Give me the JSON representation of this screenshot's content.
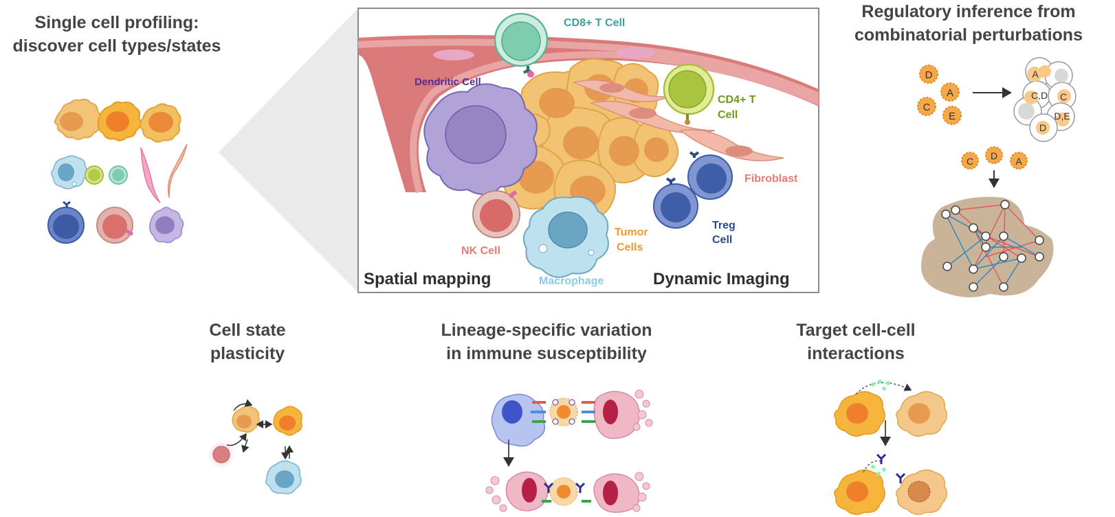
{
  "headings": {
    "single_cell_l1": "Single cell profiling:",
    "single_cell_l2": "discover cell types/states",
    "regulatory_l1": "Regulatory inference from",
    "regulatory_l2": "combinatorial perturbations",
    "plasticity_l1": "Cell state",
    "plasticity_l2": "plasticity",
    "lineage_l1": "Lineage-specific variation",
    "lineage_l2": "in immune susceptibility",
    "target_l1": "Target cell-cell",
    "target_l2": "interactions"
  },
  "panel": {
    "spatial_mapping": "Spatial mapping",
    "dynamic_imaging": "Dynamic Imaging"
  },
  "cell_labels": {
    "cd8": "CD8+ T Cell",
    "dendritic": "Dendritic Cell",
    "cd4_l1": "CD4+ T",
    "cd4_l2": "Cell",
    "fibroblast": "Fibroblast",
    "treg_l1": "Treg",
    "treg_l2": "Cell",
    "nk": "NK Cell",
    "tumor_l1": "Tumor",
    "tumor_l2": "Cells",
    "macrophage": "Macrophage"
  },
  "perturbations": {
    "singles": [
      "D",
      "A",
      "C",
      "E"
    ],
    "wells": [
      "A",
      "C,D",
      "C",
      "D,E",
      "D"
    ],
    "combo": [
      "C",
      "D",
      "A"
    ]
  },
  "colors": {
    "heading": "#444444",
    "cd8": "#3aa39b",
    "dendritic": "#5a2a96",
    "cd4": "#6f9a1f",
    "fibroblast": "#e57c73",
    "treg": "#2a4b8c",
    "nk": "#e57c73",
    "tumor": "#f0982f",
    "macrophage": "#8ccbe8",
    "network_red": "#e05a5a",
    "network_blue": "#2f8ac4",
    "network_bg": "#c9b49a"
  }
}
